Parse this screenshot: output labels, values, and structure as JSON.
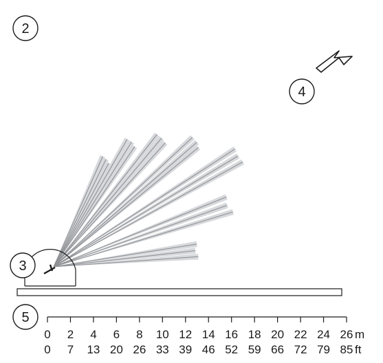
{
  "callouts": {
    "c2": "2",
    "c3": "3",
    "c4": "4",
    "c5": "5"
  },
  "scale": {
    "meters": [
      "0",
      "2",
      "4",
      "6",
      "8",
      "10",
      "12",
      "14",
      "16",
      "18",
      "20",
      "22",
      "24",
      "26"
    ],
    "feet": [
      "0",
      "7",
      "13",
      "20",
      "26",
      "33",
      "39",
      "46",
      "52",
      "59",
      "66",
      "72",
      "79",
      "85"
    ],
    "meter_unit": "m",
    "feet_unit": "ft"
  },
  "colors": {
    "beam_fill": "#d7d9dc",
    "beam_line": "#8e9195",
    "ink": "#1a1a1a"
  },
  "beams": [
    {
      "angle_deg": 66,
      "range_m": 10.5
    },
    {
      "angle_deg": 64,
      "range_m": 10.4
    },
    {
      "angle_deg": 62,
      "range_m": 10.2
    },
    {
      "angle_deg": 60,
      "range_m": 12.8
    },
    {
      "angle_deg": 58,
      "range_m": 12.8
    },
    {
      "angle_deg": 56,
      "range_m": 12.6
    },
    {
      "angle_deg": 52,
      "range_m": 14.6
    },
    {
      "angle_deg": 50,
      "range_m": 14.6
    },
    {
      "angle_deg": 48,
      "range_m": 14.5
    },
    {
      "angle_deg": 43,
      "range_m": 16.5
    },
    {
      "angle_deg": 41,
      "range_m": 16.5
    },
    {
      "angle_deg": 39.5,
      "range_m": 16.3
    },
    {
      "angle_deg": 33,
      "range_m": 18.8
    },
    {
      "angle_deg": 31,
      "range_m": 18.7
    },
    {
      "angle_deg": 29,
      "range_m": 18.8
    },
    {
      "angle_deg": 22,
      "range_m": 16.2
    },
    {
      "angle_deg": 19.5,
      "range_m": 16.0
    },
    {
      "angle_deg": 17,
      "range_m": 16.3
    },
    {
      "angle_deg": 9,
      "range_m": 12.6
    },
    {
      "angle_deg": 6.5,
      "range_m": 12.4
    },
    {
      "angle_deg": 4,
      "range_m": 12.6
    }
  ]
}
